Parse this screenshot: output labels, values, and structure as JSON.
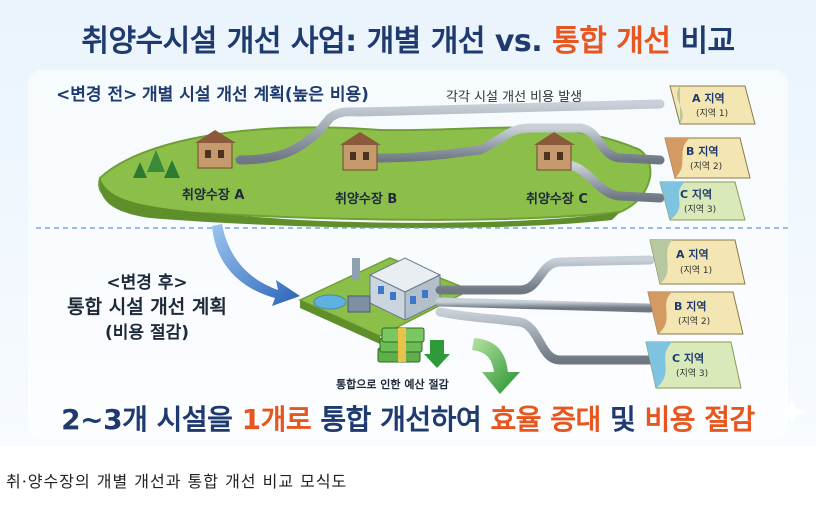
{
  "title": {
    "part1": "취양수시설 개선 사업: 개별 개선 vs. ",
    "part2": "통합 개선",
    "part3": " 비교"
  },
  "before": {
    "heading_tag": "<변경 전>",
    "heading_text": "개별 시설 개선 계획(높은 비용)",
    "cost_note": "각각 시설 개선 비용 발생",
    "plants": [
      "취양수장 A",
      "취양수장 B",
      "취양수장 C"
    ],
    "regions": [
      {
        "name": "A 지역",
        "sub": "(지역 1)"
      },
      {
        "name": "B 지역",
        "sub": "(지역 2)"
      },
      {
        "name": "C 지역",
        "sub": "(지역 3)"
      }
    ]
  },
  "after": {
    "heading_line1": "<변경 후>",
    "heading_line2": "통합 시설 개선 계획",
    "heading_line3": "(비용 절감)",
    "savings_label": "통합으로 인한 예산 절감",
    "regions": [
      {
        "name": "A 지역",
        "sub": "(지역 1)"
      },
      {
        "name": "B 지역",
        "sub": "(지역 2)"
      },
      {
        "name": "C 지역",
        "sub": "(지역 3)"
      }
    ]
  },
  "slogan": {
    "p1": "2~3개 시설을 ",
    "p2": "1개로",
    "p3": " 통합 개선하여 ",
    "p4": "효율 증대",
    "p5": " 및 ",
    "p6": "비용 절감"
  },
  "caption": "취·양수장의 개별 개선과 통합 개선 비교 모식도",
  "colors": {
    "navy": "#1e3a6e",
    "orange": "#e8561f",
    "land_green": "#8cbf4a",
    "pipe_gray": "#9aa3ad",
    "arrow_blue": "#3b78c8",
    "arrow_green": "#2e9a3a"
  }
}
